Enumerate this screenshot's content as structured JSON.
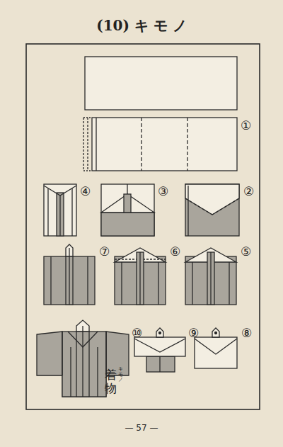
{
  "diagram": {
    "title": "(10) キ モ ノ",
    "labels": [
      "①",
      "②",
      "③",
      "④",
      "⑤",
      "⑥",
      "⑦",
      "⑧",
      "⑨",
      "⑩",
      "着物",
      "キモノ",
      "— 57 —"
    ]
  }
}
